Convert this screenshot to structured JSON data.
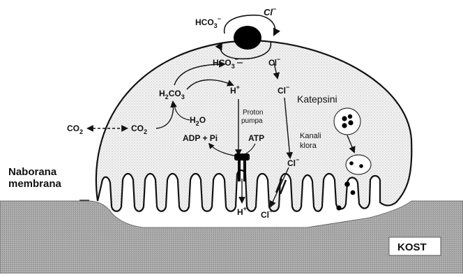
{
  "labels": {
    "hco3_top": "HCO",
    "cl_top": "Cl",
    "hco3_mid": "HCO",
    "cl_mid_1": "Cl",
    "cl_mid_2": "Cl",
    "h2co3": "H",
    "h_plus_top": "H",
    "h2o": "H",
    "co2_left": "CO",
    "co2_right": "CO",
    "proton_pump_1": "Proton",
    "proton_pump_2": "pumpa",
    "adp_pi": "ADP + Pi",
    "atp": "ATP",
    "kanali_1": "Kanali",
    "kanali_2": "klora",
    "cl_membrane": "Cl",
    "h_plus_bottom": "H",
    "cl_bottom": "Cl",
    "katepsini": "Katepsini",
    "naborana_1": "Naborana",
    "naborana_2": "membrana",
    "kost": "KOST"
  },
  "glyphs": {
    "minus": "−",
    "plus": "+",
    "three": "3",
    "two": "2",
    "co3": "CO"
  },
  "colors": {
    "bone": "#a7a7a7",
    "cell_fill": "#f2f2f2",
    "outline": "#111111"
  }
}
